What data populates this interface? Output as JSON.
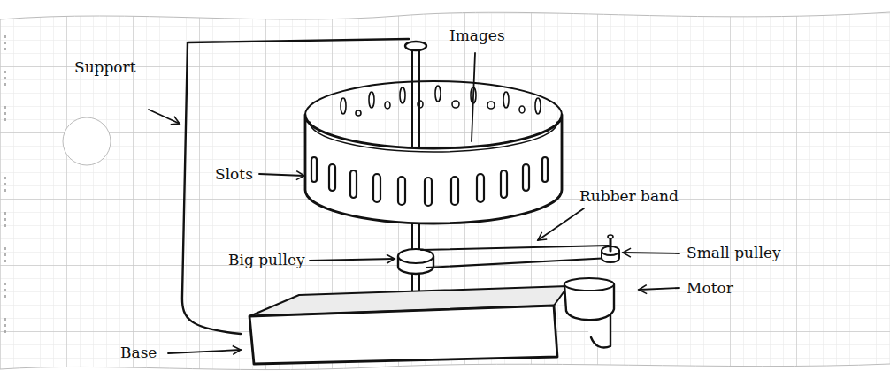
{
  "diagram": {
    "labels": [
      "Images",
      "Support",
      "Slots",
      "Rubber band",
      "Small pulley",
      "Big pulley",
      "Motor",
      "Base"
    ]
  }
}
